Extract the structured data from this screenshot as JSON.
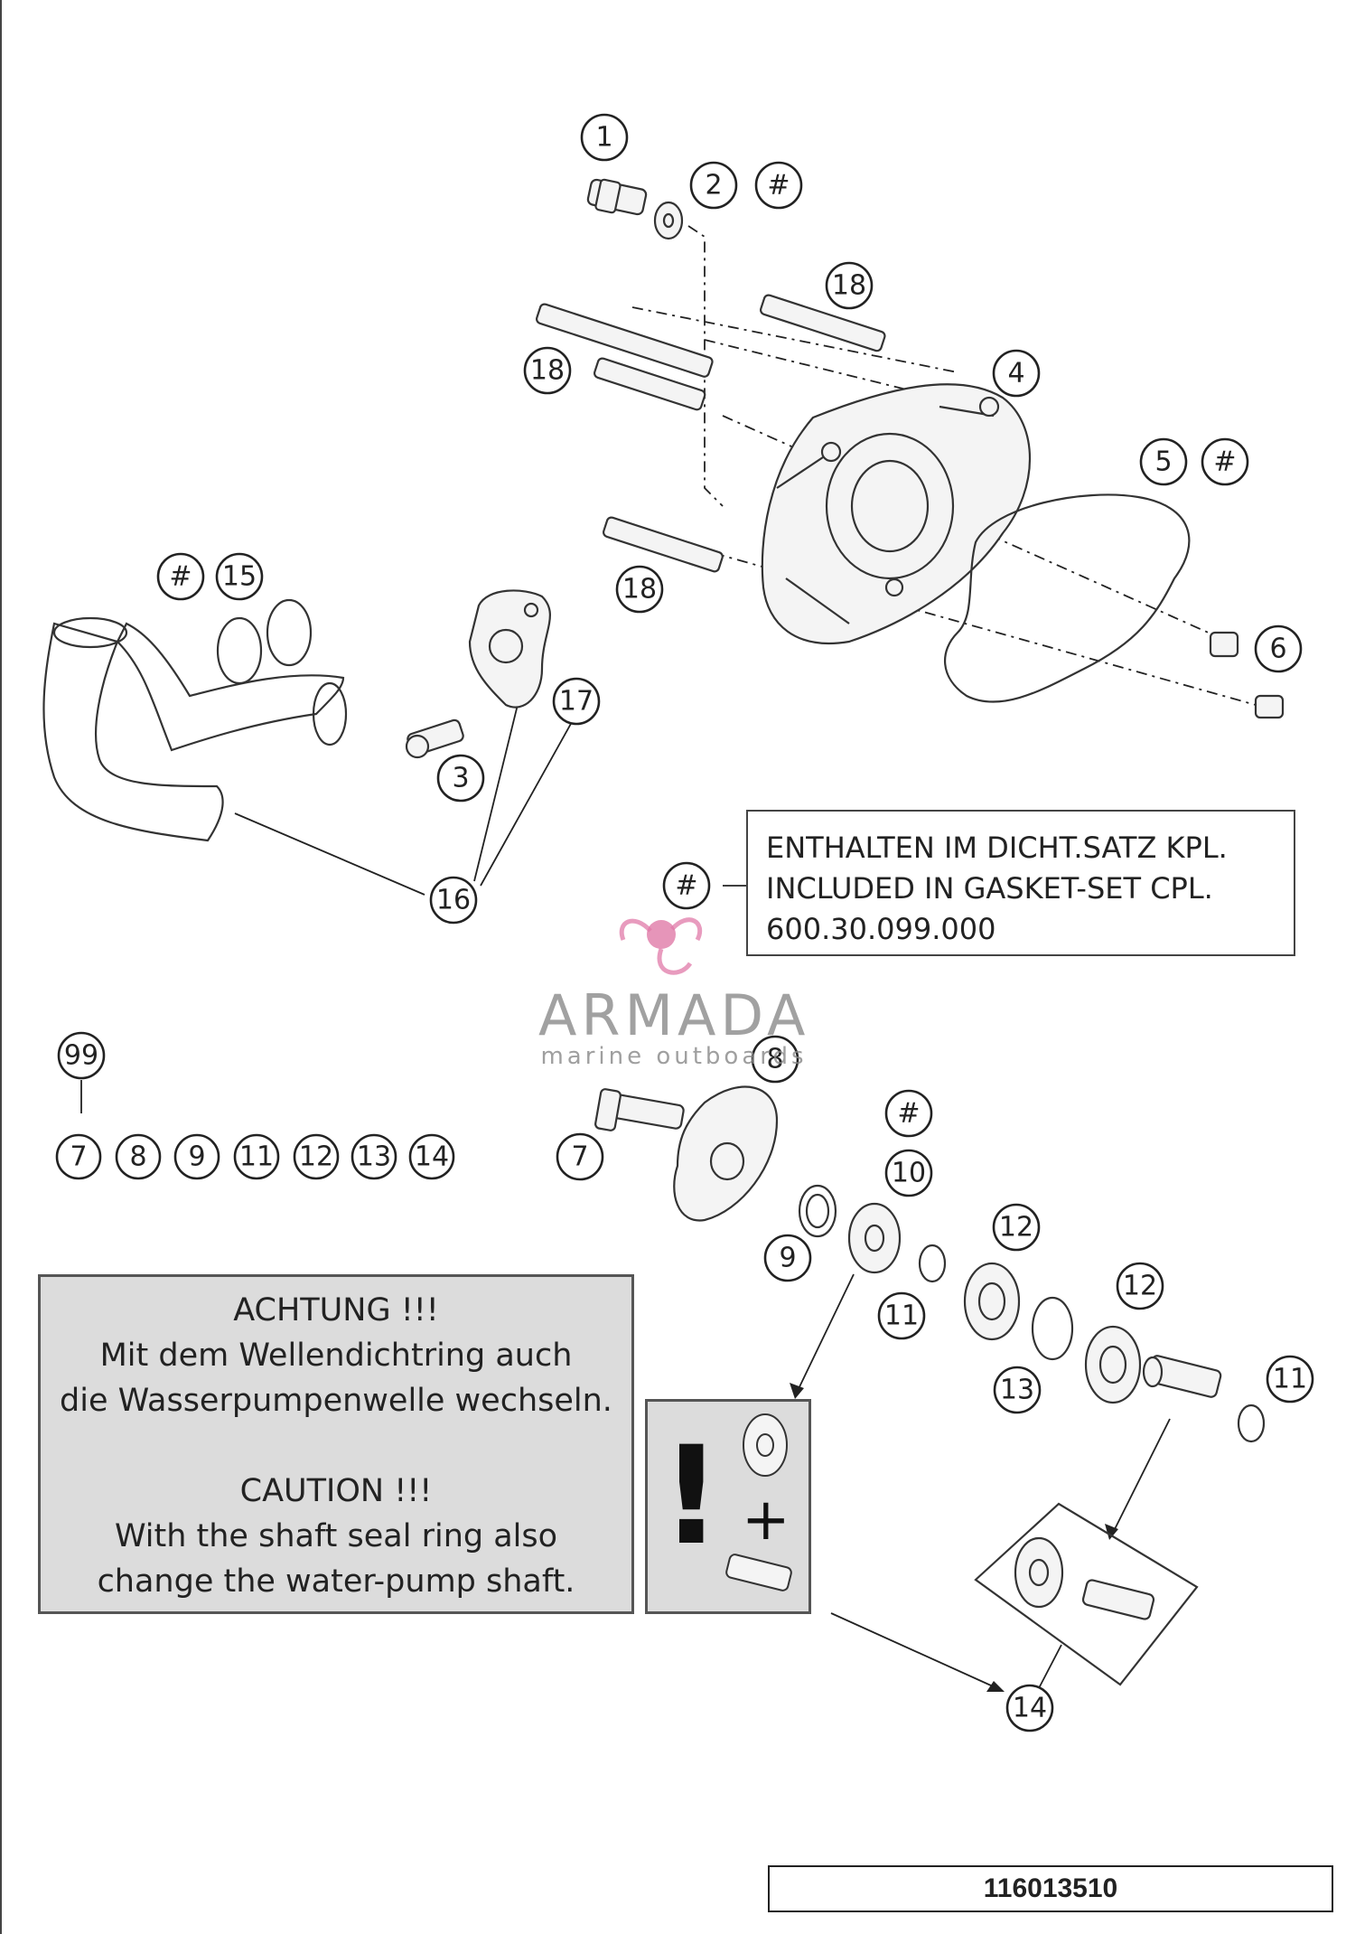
{
  "callouts": {
    "c1": "1",
    "c2": "2",
    "c2h": "#",
    "c3": "3",
    "c4": "4",
    "c5": "5",
    "c5h": "#",
    "c6": "6",
    "c7": "7",
    "c8": "8",
    "c9": "9",
    "c10": "10",
    "c10h": "#",
    "c11a": "11",
    "c11b": "11",
    "c12a": "12",
    "c12b": "12",
    "c13": "13",
    "c14": "14",
    "c15": "15",
    "c15h": "#",
    "c16": "16",
    "c17": "17",
    "c18a": "18",
    "c18b": "18",
    "c18c": "18",
    "c99": "99",
    "legend_hash": "#"
  },
  "kit": {
    "items": [
      "7",
      "8",
      "9",
      "11",
      "12",
      "13",
      "14"
    ]
  },
  "legend": {
    "line1": "ENTHALTEN IM DICHT.SATZ KPL.",
    "line2": "INCLUDED IN GASKET-SET CPL.",
    "line3": "600.30.099.000"
  },
  "warning": {
    "de_title": "ACHTUNG !!!",
    "de_line1": "Mit dem Wellendichtring auch",
    "de_line2": "die Wasserpumpenwelle wechseln.",
    "en_title": "CAUTION !!!",
    "en_line1": "With the shaft seal ring also",
    "en_line2": "change the water-pump shaft."
  },
  "note": {
    "exclaim": "!",
    "plus": "+"
  },
  "watermark": {
    "name": "ARMADA",
    "sub": "marine outboards",
    "accent": "#e07aa8"
  },
  "figure_id": "116013510"
}
